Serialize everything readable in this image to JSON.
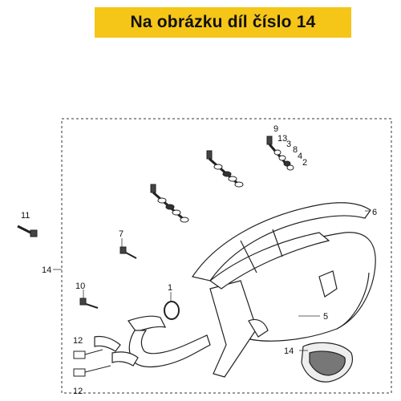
{
  "banner": {
    "text": "Na obrázku díl číslo 14",
    "color": "#f5c518"
  },
  "diagram": {
    "callouts": {
      "c9": "9",
      "c13": "13",
      "c3": "3",
      "c8": "8",
      "c4": "4",
      "c2": "2",
      "c11": "11",
      "c6": "6",
      "c7": "7",
      "c14_left": "14",
      "c1": "1",
      "c10": "10",
      "c5": "5",
      "c12_top": "12",
      "c14_part": "14",
      "c12_bottom": "12"
    },
    "highlight_part": "14"
  }
}
